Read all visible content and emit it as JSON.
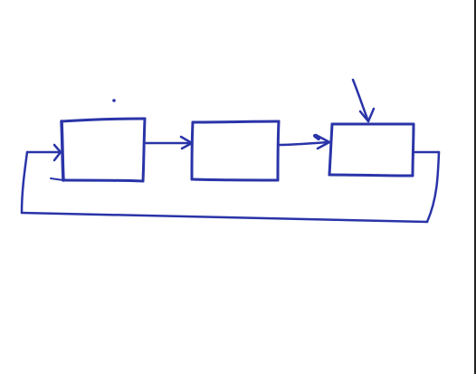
{
  "ink_color": "#2a34a8",
  "paper_color": "#ffffff",
  "diagram": {
    "type": "hand-drawn block diagram",
    "blocks": [
      {
        "id": "block-1",
        "text": ""
      },
      {
        "id": "block-2",
        "text": ""
      },
      {
        "id": "block-3",
        "text": ""
      }
    ],
    "connections": [
      {
        "from": "block-1",
        "to": "block-2",
        "arrow": true
      },
      {
        "from": "block-2",
        "to": "block-3",
        "arrow": true
      },
      {
        "from": "external-input",
        "to": "block-3",
        "arrow": true
      },
      {
        "from": "block-3",
        "to": "block-1",
        "arrow": true,
        "kind": "feedback-loop"
      }
    ]
  }
}
